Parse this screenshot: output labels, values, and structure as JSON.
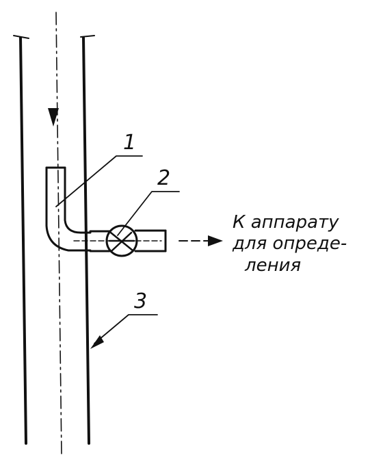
{
  "labels": {
    "tube": "1",
    "valve": "2",
    "pipe": "3"
  },
  "caption": {
    "line1": "К аппарату",
    "line2": "для опреде-",
    "line3": "ления"
  }
}
